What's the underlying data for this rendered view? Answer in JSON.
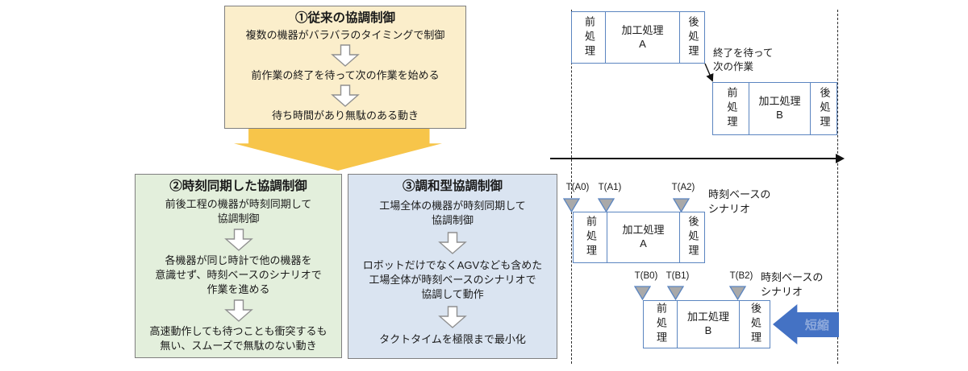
{
  "colors": {
    "box1_fill": "#FBEECB",
    "box2_fill": "#E3EFDC",
    "box3_fill": "#DAE4F1",
    "big_arrow": "#F7C54A",
    "process_border": "#5B85C0",
    "marker_fill": "#A9A9A9",
    "shorten_arrow": "#4472C4",
    "shorten_text": "#8EA9DB"
  },
  "flow": {
    "box1": {
      "title": "①従来の協調制御",
      "step1": "複数の機器がバラバラのタイミングで制御",
      "step2": "前作業の終了を待って次の作業を始める",
      "step3": "待ち時間があり無駄のある動き"
    },
    "box2": {
      "title": "②時刻同期した協調制御",
      "step1": "前後工程の機器が時刻同期して\n協調制御",
      "step2": "各機器が同じ時計で他の機器を\n意識せず、時刻ベースのシナリオで\n作業を進める",
      "step3": "高速動作しても待つことも衝突するも\n無い、スムーズで無駄のない動き"
    },
    "box3": {
      "title": "③調和型協調制御",
      "step1": "工場全体の機器が時刻同期して\n協調制御",
      "step2": "ロボットだけでなくAGVなども含めた\n工場全体が時刻ベースのシナリオで\n協調して動作",
      "step3": "タクトタイムを極限まで最小化"
    }
  },
  "timeline": {
    "conventional": {
      "process_a": {
        "pre": "前処理",
        "main": "加工処理\nA",
        "post": "後処理"
      },
      "process_b": {
        "pre": "前処理",
        "main": "加工処理\nB",
        "post": "後処理"
      },
      "wait_note": "終了を待って\n次の作業"
    },
    "scenario": {
      "a_markers": [
        "T(A0)",
        "T(A1)",
        "T(A2)"
      ],
      "b_markers": [
        "T(B0)",
        "T(B1)",
        "T(B2)"
      ],
      "a_note": "時刻ベースの\nシナリオ",
      "b_note": "時刻ベースの\nシナリオ",
      "process_a": {
        "pre": "前処理",
        "main": "加工処理\nA",
        "post": "後処理"
      },
      "process_b": {
        "pre": "前処理",
        "main": "加工処理\nB",
        "post": "後処理"
      },
      "shorten": "短縮"
    }
  }
}
